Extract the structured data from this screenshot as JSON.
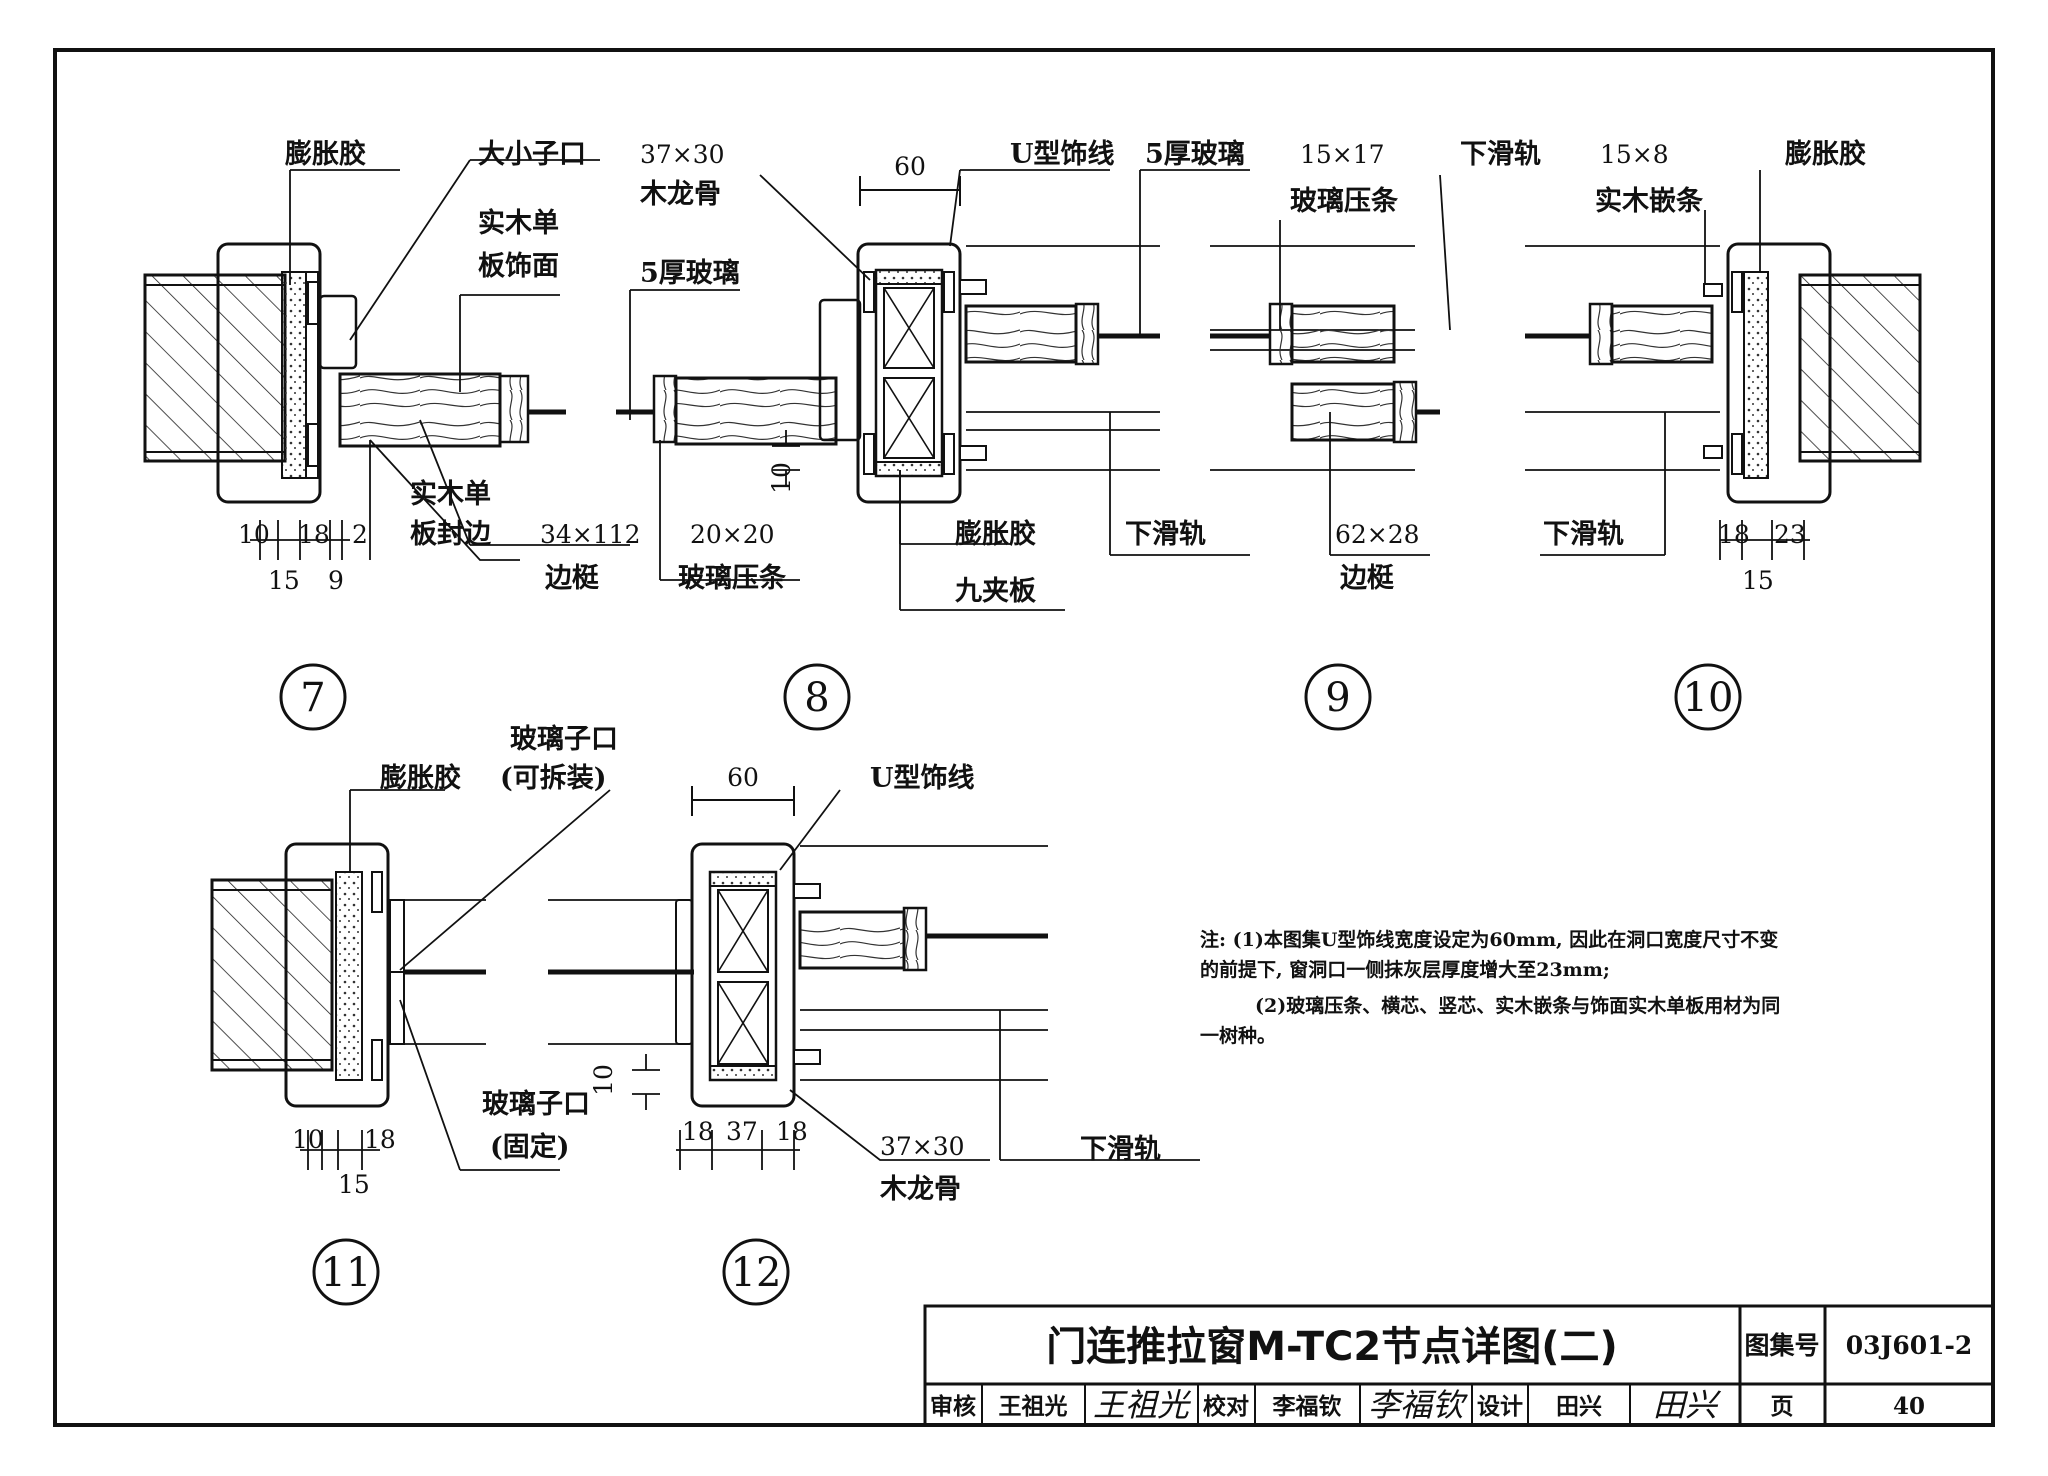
{
  "labels": {
    "d7_expansion_glue": "膨胀胶",
    "d7_rebate": "大小子口",
    "d7_veneer_face_1": "实木单",
    "d7_veneer_face_2": "板饰面",
    "d7_edge_seal_1": "实木单",
    "d7_edge_seal_2": "板封边",
    "d7_stile_size": "34×112",
    "d7_stile": "边梃",
    "d8_joist_size": "37×30",
    "d8_joist": "木龙骨",
    "d8_glass": "5厚玻璃",
    "d8_bead_size": "20×20",
    "d8_bead": "玻璃压条",
    "d8_width": "60",
    "d8_u_trim": "U型饰线",
    "d8_expansion_glue": "膨胀胶",
    "d8_plywood": "九夹板",
    "d8_gap": "10",
    "d9_glass": "5厚玻璃",
    "d9_bead_size": "15×17",
    "d9_bead": "玻璃压条",
    "d9_track_top": "下滑轨",
    "d9_track_bottom": "下滑轨",
    "d9_stile_size": "62×28",
    "d9_stile": "边梃",
    "d10_inlay_size": "15×8",
    "d10_inlay": "实木嵌条",
    "d10_expansion_glue": "膨胀胶",
    "d10_track": "下滑轨",
    "d11_expansion_glue": "膨胀胶",
    "d11_rebate_removable_1": "玻璃子口",
    "d11_rebate_removable_2": "(可拆装)",
    "d11_rebate_fixed_1": "玻璃子口",
    "d11_rebate_fixed_2": "(固定)",
    "d12_width": "60",
    "d12_u_trim": "U型饰线",
    "d12_gap": "10",
    "d12_joist_size": "37×30",
    "d12_joist": "木龙骨",
    "d12_track": "下滑轨"
  },
  "dims": {
    "d7": [
      "10",
      "18",
      "2",
      "15",
      "9"
    ],
    "d10": [
      "18",
      "23",
      "15"
    ],
    "d11": [
      "10",
      "18",
      "15"
    ],
    "d12": [
      "18",
      "37",
      "18"
    ]
  },
  "detail_numbers": [
    "7",
    "8",
    "9",
    "10",
    "11",
    "12"
  ],
  "notes": {
    "line1": "注: (1)本图集U型饰线宽度设定为60mm, 因此在洞口宽度尺寸不变",
    "line2": "的前提下, 窗洞口一侧抹灰层厚度增大至23mm;",
    "line3": "(2)玻璃压条、横芯、竖芯、实木嵌条与饰面实木单板用材为同",
    "line4": "一树种。"
  },
  "title_block": {
    "title": "门连推拉窗M-TC2节点详图(二)",
    "atlas_label": "图集号",
    "atlas_no": "03J601-2",
    "review_label": "审核",
    "reviewer": "王祖光",
    "reviewer_sig": "王祖光",
    "check_label": "校对",
    "checker": "李福钦",
    "checker_sig": "李福钦",
    "design_label": "设计",
    "designer": "田兴",
    "designer_sig": "田兴",
    "page_label": "页",
    "page_no": "40"
  }
}
